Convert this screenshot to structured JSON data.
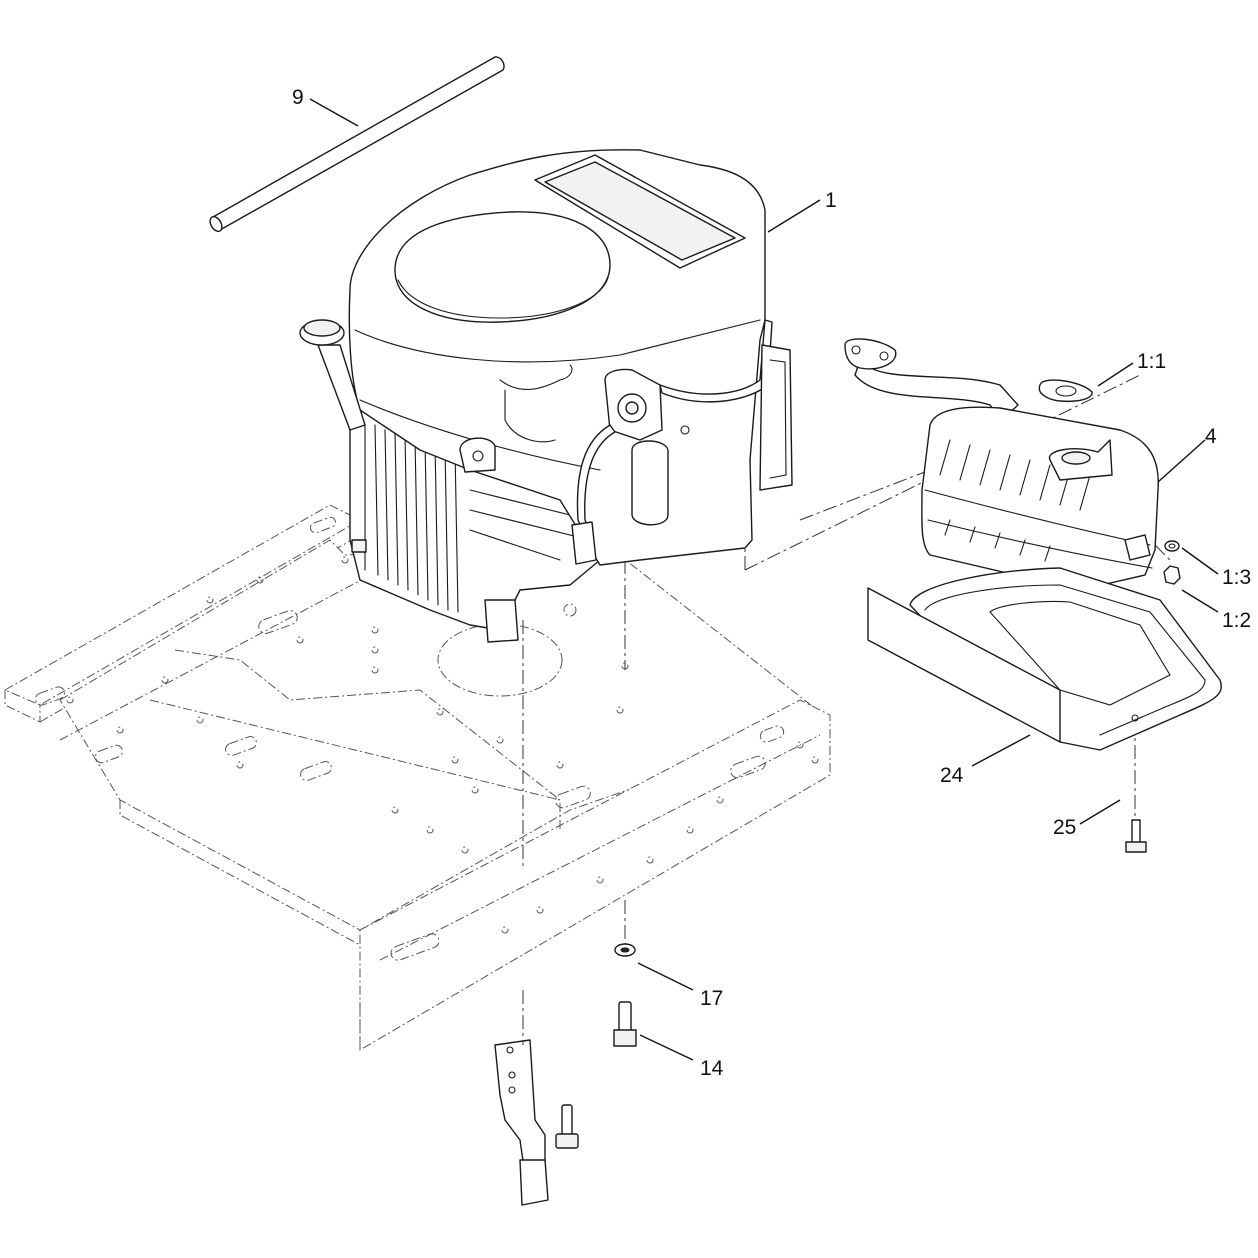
{
  "callouts": {
    "c1": "1",
    "c9": "9",
    "c1_1": "1:1",
    "c4": "4",
    "c1_3": "1:3",
    "c1_2": "1:2",
    "c24": "24",
    "c25": "25",
    "c17": "17",
    "c14": "14"
  }
}
